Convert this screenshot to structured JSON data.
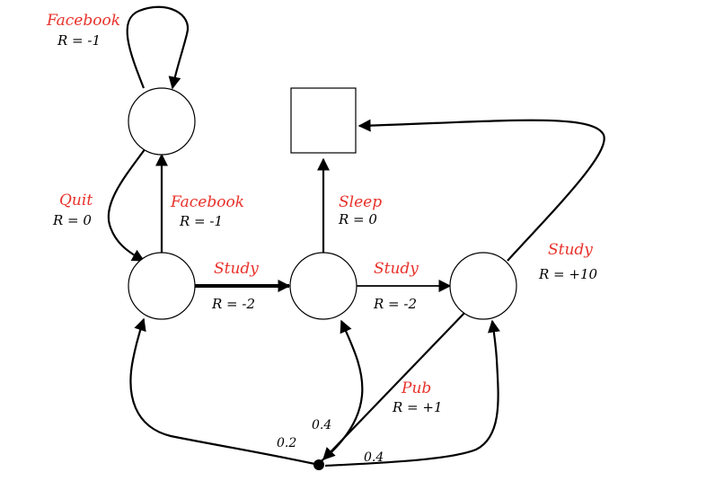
{
  "colors": {
    "action_label": "#e8312a",
    "line": "#000000",
    "node_fill": "#ffffff"
  },
  "labels": {
    "facebook_loop_action": "Facebook",
    "facebook_loop_reward": "R = -1",
    "quit_action": "Quit",
    "quit_reward": "R = 0",
    "facebook_action": "Facebook",
    "facebook_reward": "R = -1",
    "sleep_action": "Sleep",
    "sleep_reward": "R = 0",
    "study1_action": "Study",
    "study1_reward": "R = -2",
    "study2_action": "Study",
    "study2_reward": "R = -2",
    "study3_action": "Study",
    "study3_reward": "R = +10",
    "pub_action": "Pub",
    "pub_reward": "R = +1",
    "prob_c1": "0.2",
    "prob_c2": "0.4",
    "prob_c3": "0.4"
  }
}
